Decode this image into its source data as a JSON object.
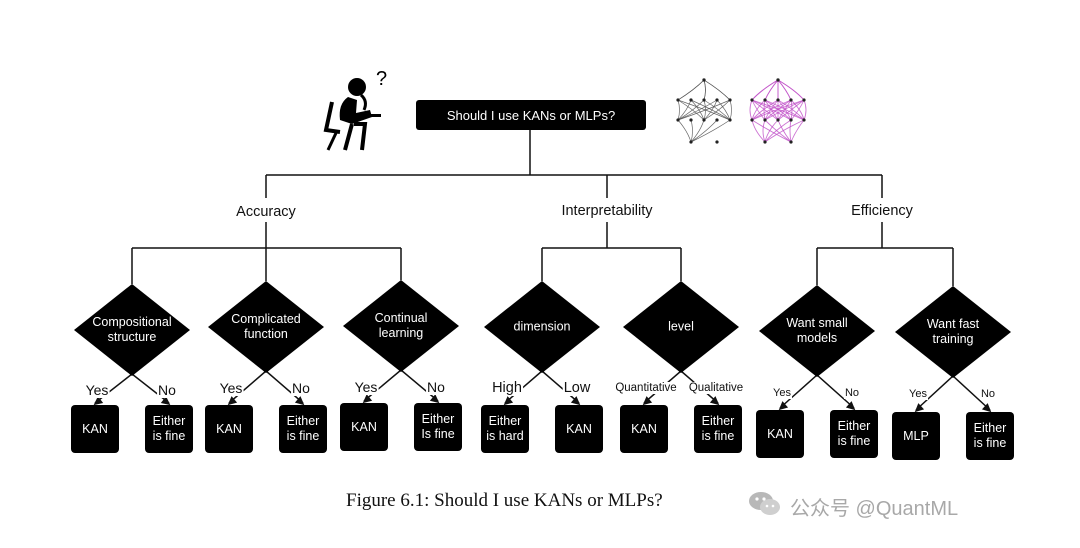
{
  "root": {
    "question": "Should I use KANs or MLPs?"
  },
  "categories": [
    {
      "label": "Accuracy"
    },
    {
      "label": "Interpretability"
    },
    {
      "label": "Efficiency"
    }
  ],
  "decisions": [
    {
      "question": "Compositional\nstructure",
      "left_branch": "Yes",
      "right_branch": "No",
      "left_leaf": "KAN",
      "right_leaf": "Either\nis fine"
    },
    {
      "question": "Complicated\nfunction",
      "left_branch": "Yes",
      "right_branch": "No",
      "left_leaf": "KAN",
      "right_leaf": "Either\nis fine"
    },
    {
      "question": "Continual\nlearning",
      "left_branch": "Yes",
      "right_branch": "No",
      "left_leaf": "KAN",
      "right_leaf": "Either\nIs fine"
    },
    {
      "question": "dimension",
      "left_branch": "High",
      "right_branch": "Low",
      "left_leaf": "Either\nis hard",
      "right_leaf": "KAN"
    },
    {
      "question": "level",
      "left_branch": "Quantitative",
      "right_branch": "Qualitative",
      "left_leaf": "KAN",
      "right_leaf": "Either\nis fine"
    },
    {
      "question": "Want small\nmodels",
      "left_branch": "Yes",
      "right_branch": "No",
      "left_leaf": "KAN",
      "right_leaf": "Either\nis fine"
    },
    {
      "question": "Want fast\ntraining",
      "left_branch": "Yes",
      "right_branch": "No",
      "left_leaf": "MLP",
      "right_leaf": "Either\nis fine"
    }
  ],
  "thinking_person": {
    "mark": "?"
  },
  "caption": "Figure 6.1: Should I use KANs or MLPs?",
  "watermark": "公众号 @QuantML",
  "colors": {
    "node": "#000000",
    "line": "#111111",
    "kan_edge": "#c050c8",
    "mlp_edge": "#555555"
  }
}
